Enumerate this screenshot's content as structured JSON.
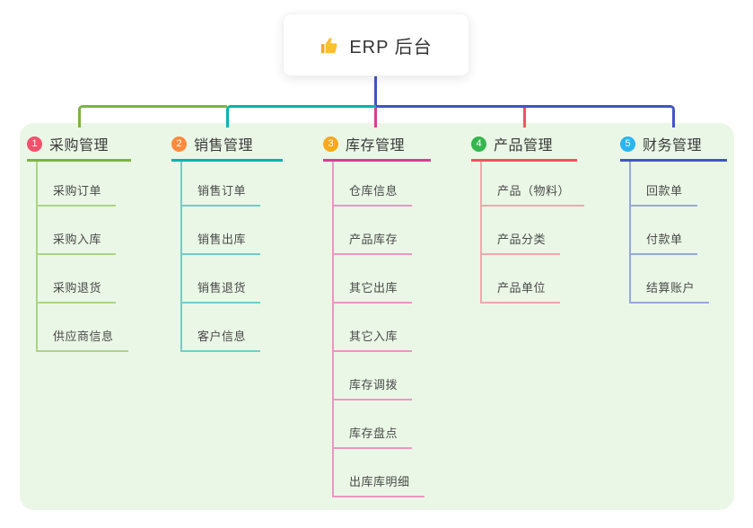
{
  "root": {
    "icon": "thumbs-up",
    "icon_color": "#f5a623",
    "title": "ERP 后台",
    "stem_color": "#4254c5"
  },
  "panel": {
    "background": "#eaf7e6"
  },
  "branches": [
    {
      "badge": "1",
      "badge_color": "#f4516c",
      "label": "采购管理",
      "color": "#7cb342",
      "light_color": "#a9d585",
      "children": [
        "采购订单",
        "采购入库",
        "采购退货",
        "供应商信息"
      ]
    },
    {
      "badge": "2",
      "badge_color": "#ff8a3d",
      "label": "销售管理",
      "color": "#00b5ad",
      "light_color": "#6ecfc7",
      "children": [
        "销售订单",
        "销售出库",
        "销售退货",
        "客户信息"
      ]
    },
    {
      "badge": "3",
      "badge_color": "#f9a91a",
      "label": "库存管理",
      "color": "#d83e90",
      "light_color": "#ef94c5",
      "children": [
        "仓库信息",
        "产品库存",
        "其它出库",
        "其它入库",
        "库存调拨",
        "库存盘点",
        "出库库明细"
      ]
    },
    {
      "badge": "4",
      "badge_color": "#34b74e",
      "label": "产品管理",
      "color": "#f5515f",
      "light_color": "#f8a4aa",
      "children": [
        "产品（物料）",
        "产品分类",
        "产品单位"
      ]
    },
    {
      "badge": "5",
      "badge_color": "#28b5f0",
      "label": "财务管理",
      "color": "#4254c5",
      "light_color": "#95a7e0",
      "children": [
        "回款单",
        "付款单",
        "结算账户"
      ]
    }
  ]
}
